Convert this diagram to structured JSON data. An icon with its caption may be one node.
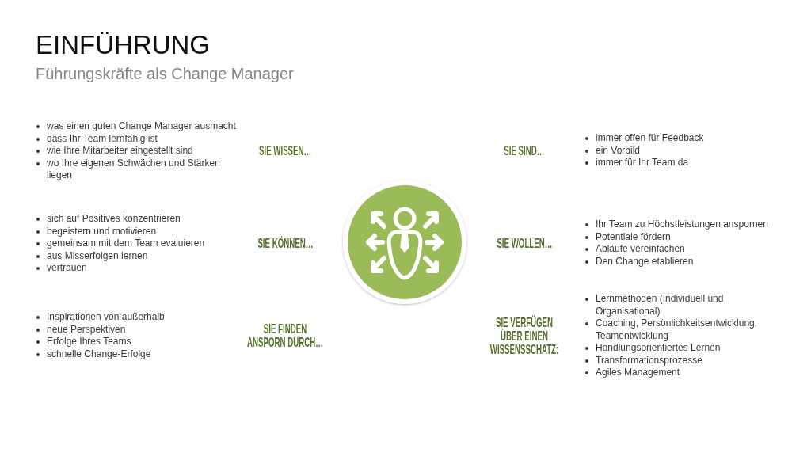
{
  "diagram": {
    "title": "EINFÜHRUNG",
    "nodes": [
      {
        "text": [],
        "shape": "circle"
      }
    ],
    "labels": [
      "Führungskräfte als Change Manager",
      "was einen guten Change Manager ausmacht",
      "dass Ihr Team lernfähig ist",
      "wie Ihre Mitarbeiter eingestellt sind",
      "wo Ihre eigenen Schwächen und Stärken liegen",
      "SIE WISSEN…",
      "SIE SIND…",
      "immer offen für Feedback",
      "ein Vorbild",
      "immer für Ihr Team da",
      "sich auf Positives konzentrieren",
      "begeistern und motivieren",
      "gemeinsam mit dem Team evaluieren",
      "aus Misserfolgen lernen",
      "vertrauen",
      "SIE KÖNNEN…",
      "SIE WOLLEN…",
      "Ihr Team zu Höchstleistungen anspornen",
      "Potentiale fördern",
      "Abläufe vereinfachen",
      "Den Change etablieren",
      "Inspirationen von außerhalb",
      "neue Perspektiven",
      "Erfolge Ihres Teams",
      "schnelle Change-Erfolge",
      "SIE FINDEN ANSPORN DURCH…",
      "SIE VERFÜGEN ÜBER EINEN WISSENSSCHATZ:",
      "Lernmethoden (Individuell und Organisational)",
      "Coaching, Persönlichkeitsentwicklung, Teamentwicklung",
      "Handlungsorientiertes Lernen",
      "Transformationsprozesse",
      "Agiles Management"
    ]
  }
}
